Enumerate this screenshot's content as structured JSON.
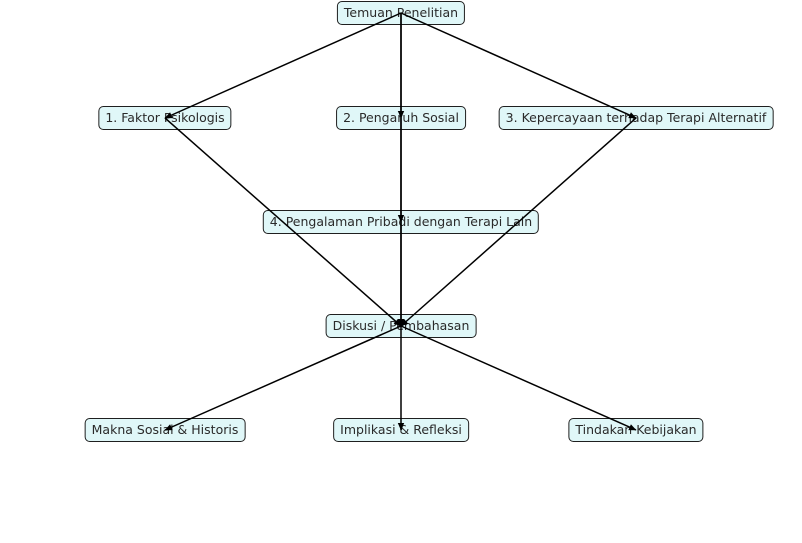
{
  "diagram": {
    "nodes": {
      "root": "Temuan Penelitian",
      "faktor_psikologis": "1. Faktor Psikologis",
      "pengaruh_sosial": "2. Pengaruh Sosial",
      "kepercayaan_terapi": "3. Kepercayaan terhadap Terapi Alternatif",
      "pengalaman_pribadi": "4. Pengalaman Pribadi dengan Terapi Lain",
      "diskusi": "Diskusi / Pembahasan",
      "makna_sosial": "Makna Sosial & Historis",
      "implikasi": "Implikasi & Refleksi",
      "tindakan": "Tindakan Kebijakan"
    },
    "edges": [
      {
        "from": "root",
        "to": "faktor_psikologis"
      },
      {
        "from": "root",
        "to": "pengaruh_sosial"
      },
      {
        "from": "root",
        "to": "kepercayaan_terapi"
      },
      {
        "from": "root",
        "to": "pengalaman_pribadi"
      },
      {
        "from": "faktor_psikologis",
        "to": "diskusi"
      },
      {
        "from": "pengaruh_sosial",
        "to": "diskusi"
      },
      {
        "from": "kepercayaan_terapi",
        "to": "diskusi"
      },
      {
        "from": "pengalaman_pribadi",
        "to": "diskusi"
      },
      {
        "from": "diskusi",
        "to": "makna_sosial"
      },
      {
        "from": "diskusi",
        "to": "implikasi"
      },
      {
        "from": "diskusi",
        "to": "tindakan"
      }
    ],
    "colors": {
      "node_fill": "#e0f7f8",
      "node_border": "#1f1f1f",
      "edge": "#000000"
    }
  }
}
